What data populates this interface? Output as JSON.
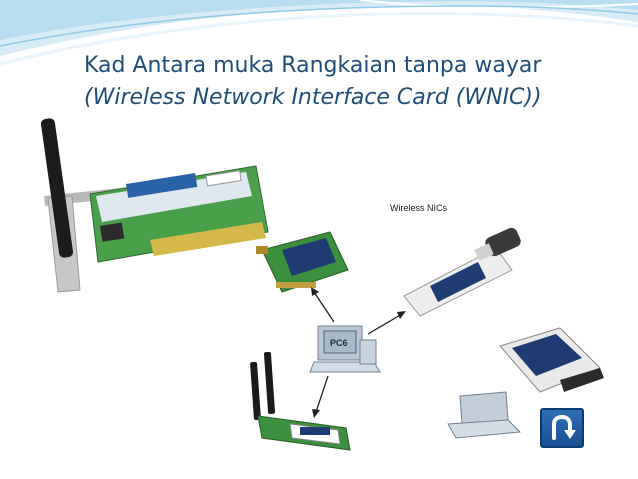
{
  "slide": {
    "title_line1": "Kad Antara muka Rangkaian tanpa wayar",
    "title_line2": "(Wireless Network Interface Card (WNIC))"
  },
  "diagram": {
    "caption": "Wireless NICs",
    "pc_label": "PC6"
  },
  "nav": {
    "back_icon": "return-arrow-icon"
  },
  "colors": {
    "title": "#1f4d78",
    "wave_light": "#d7ecf6",
    "wave_mid": "#9fd0e8",
    "button": "#1f5fa8"
  }
}
